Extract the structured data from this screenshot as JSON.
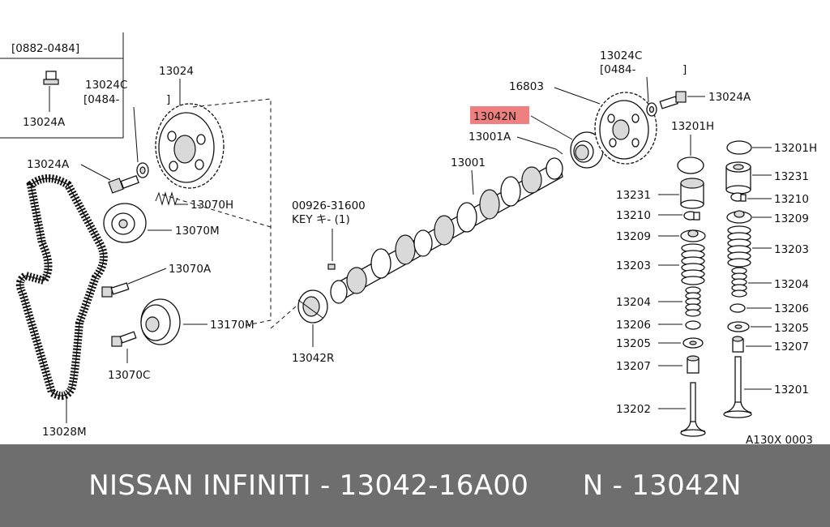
{
  "diagram": {
    "labels": {
      "range_0882_0484": "[0882-0484]",
      "l_13024A_top": "13024A",
      "l_13024C_left": "13024C",
      "l_0484_left": "[0484-",
      "l_bracket_left": "]",
      "l_13024": "13024",
      "l_13024A_left": "13024A",
      "l_13070H": "13070H",
      "l_13070M": "13070M",
      "l_13070A": "13070A",
      "l_13170M": "13170M",
      "l_13070C": "13070C",
      "l_13028M": "13028M",
      "l_00926_31600": "00926-31600",
      "l_key": "KEY キ- (1)",
      "l_13042R": "13042R",
      "l_13001": "13001",
      "l_13001A": "13001A",
      "l_13042N_highlight": "13042N",
      "l_16803": "16803",
      "l_13024C_right": "13024C",
      "l_0484_right": "[0484-",
      "l_bracket_right": "]",
      "l_13024A_right": "13024A",
      "l_13201H_left": "13201H",
      "l_13231_left": "13231",
      "l_13210_left": "13210",
      "l_13209_left": "13209",
      "l_13203_left": "13203",
      "l_13204_left": "13204",
      "l_13206_left": "13206",
      "l_13205_left": "13205",
      "l_13207_left": "13207",
      "l_13202": "13202",
      "l_13201H_right": "13201H",
      "l_13231_right": "13231",
      "l_13210_right": "13210",
      "l_13209_right": "13209",
      "l_13203_right": "13203",
      "l_13204_right": "13204",
      "l_13206_right": "13206",
      "l_13205_right": "13205",
      "l_13207_right": "13207",
      "l_13201_right": "13201",
      "diagram_code": "A130X 0003"
    },
    "highlight_color": "#f08080"
  },
  "footer": {
    "text": "NISSAN INFINITI - 13042-16A00      N - 13042N",
    "background": "#6e6e6e",
    "text_color": "#ffffff"
  }
}
